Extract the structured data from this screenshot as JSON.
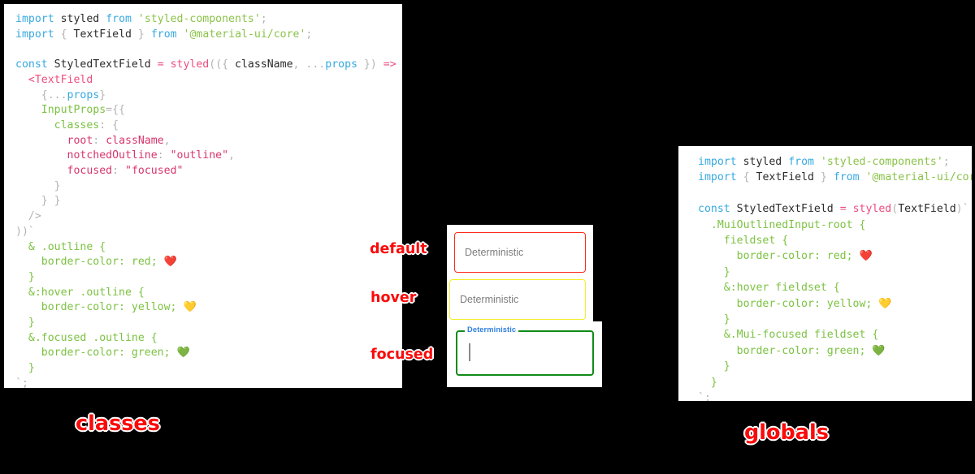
{
  "background_color": "#000000",
  "accent_color": "#fb0a0a",
  "panels": {
    "classes": {
      "caption": "classes",
      "code_lines": [
        "import styled from 'styled-components';",
        "import { TextField } from '@material-ui/core';",
        "",
        "const StyledTextField = styled(({ className, ...props }) => (",
        "  <TextField",
        "    {...props}",
        "    InputProps={{",
        "      classes: {",
        "        root: className,",
        "        notchedOutline: \"outline\",",
        "        focused: \"focused\"",
        "      }",
        "    } }",
        "  />",
        "))`",
        "  & .outline {",
        "    border-color: red; ❤️",
        "  }",
        "  &:hover .outline {",
        "    border-color: yellow; 💛",
        "  }",
        "  &.focused .outline {",
        "    border-color: green; 💚",
        "  }",
        "`;"
      ]
    },
    "globals": {
      "caption": "globals",
      "code_lines": [
        "import styled from 'styled-components';",
        "import { TextField } from '@material-ui/core';",
        "",
        "const StyledTextField = styled(TextField)`",
        "  .MuiOutlinedInput-root {",
        "    fieldset {",
        "      border-color: red; ❤️",
        "    }",
        "    &:hover fieldset {",
        "      border-color: yellow; 💛",
        "    }",
        "    &.Mui-focused fieldset {",
        "      border-color: green; 💚",
        "    }",
        "  }",
        "`;"
      ]
    }
  },
  "demo": {
    "annotations": {
      "default": "default",
      "hover": "hover",
      "focused": "focused"
    },
    "fields": [
      {
        "state": "default",
        "label": "Deterministic",
        "value": "",
        "border_color": "#fc2a1b"
      },
      {
        "state": "hover",
        "label": "Deterministic",
        "value": "",
        "border_color": "#f5ee2a"
      },
      {
        "state": "focused",
        "label": "Deterministic",
        "value": "",
        "border_color": "#108b19",
        "label_color": "#2f7fe0"
      }
    ]
  }
}
